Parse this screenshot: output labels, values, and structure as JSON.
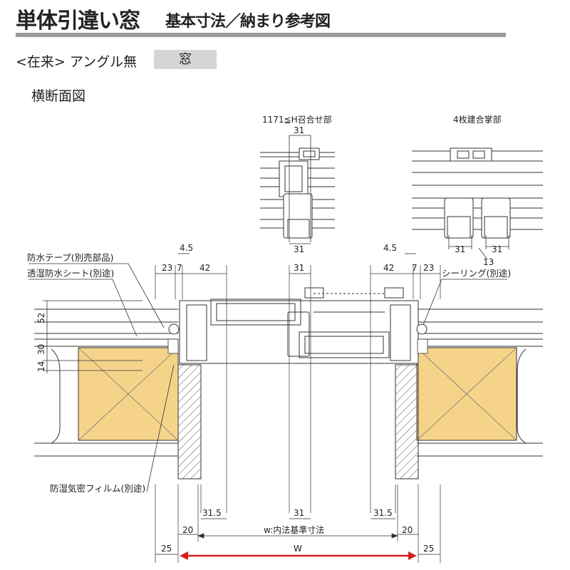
{
  "header": {
    "title": "単体引違い窓",
    "subtitle": "基本寸法／納まり参考図"
  },
  "condition": {
    "label": "<在来> アングル無",
    "tag": "窓"
  },
  "section_title": "横断面図",
  "details": {
    "meeting_rail": "1171≦H召合せ部",
    "four_panel": "4枚建合掌部"
  },
  "callouts": {
    "waterproof_tape": "防水テープ(別売部品)",
    "breathable_sheet": "透湿防水シート(別途)",
    "sealing": "シーリング(別途)",
    "vapor_film": "防湿気密フィルム(別途)"
  },
  "dimensions": {
    "d31_top_detail": "31",
    "d31_bottom_detail": "31",
    "d31_fp_left": "31",
    "d31_fp_right": "31",
    "d13": "13",
    "d4_5_left": "4.5",
    "d4_5_right": "4.5",
    "d23_left": "23",
    "d7_left": "7",
    "d42_left": "42",
    "d31_main_top": "31",
    "d42_right": "42",
    "d7_right": "7",
    "d23_right": "23",
    "d52": "52",
    "d30": "30",
    "d14": "14",
    "d31_5_left": "31.5",
    "d31_main_bottom": "31",
    "d31_5_right": "31.5",
    "d20_left": "20",
    "w_inner": "w:内法基準寸法",
    "d20_right": "20",
    "d25_left": "25",
    "W": "W",
    "d25_right": "25"
  },
  "colors": {
    "wood_block": "#f5d48a",
    "header_bar": "#9a9a9a",
    "tag_bg": "#d6d6d6",
    "arrow_red": "#d42020",
    "line": "#333333"
  }
}
